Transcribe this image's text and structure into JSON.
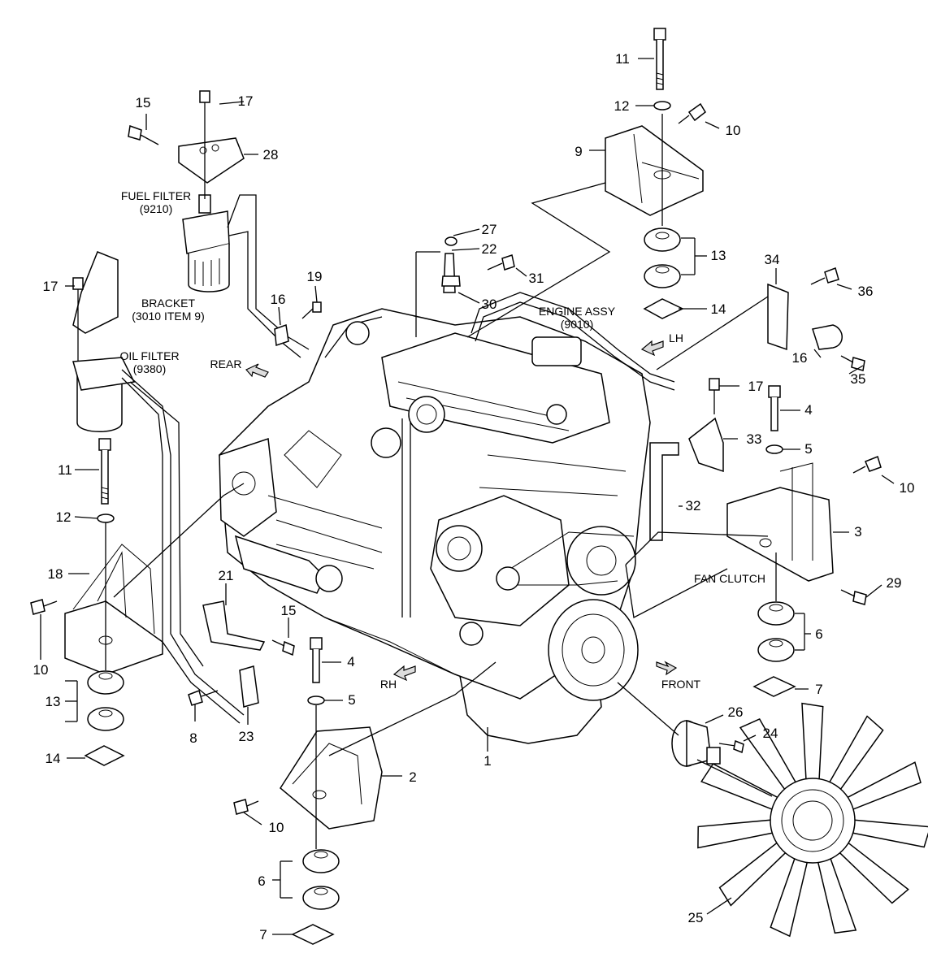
{
  "labels": {
    "fuel_filter": "FUEL FILTER",
    "fuel_filter_code": "(9210)",
    "bracket": "BRACKET",
    "bracket_code": "(3010 ITEM 9)",
    "oil_filter": "OIL FILTER",
    "oil_filter_code": "(9380)",
    "engine_assy": "ENGINE ASSY",
    "engine_assy_code": "(9010)",
    "rear": "REAR",
    "lh": "LH",
    "rh": "RH",
    "front": "FRONT",
    "fan_clutch": "FAN CLUTCH"
  },
  "callouts": {
    "c1": "1",
    "c2": "2",
    "c3": "3",
    "c4a": "4",
    "c4b": "4",
    "c5a": "5",
    "c5b": "5",
    "c6a": "6",
    "c6b": "6",
    "c7a": "7",
    "c7b": "7",
    "c8": "8",
    "c9": "9",
    "c10a": "10",
    "c10b": "10",
    "c10c": "10",
    "c10d": "10",
    "c11a": "11",
    "c11b": "11",
    "c12a": "12",
    "c12b": "12",
    "c13a": "13",
    "c13b": "13",
    "c14a": "14",
    "c14b": "14",
    "c15a": "15",
    "c15b": "15",
    "c16a": "16",
    "c16b": "16",
    "c17a": "17",
    "c17b": "17",
    "c17c": "17",
    "c18": "18",
    "c19": "19",
    "c21": "21",
    "c22": "22",
    "c23": "23",
    "c24": "24",
    "c25": "25",
    "c26": "26",
    "c27": "27",
    "c28": "28",
    "c29": "29",
    "c30": "30",
    "c31": "31",
    "c32": "32",
    "c33": "33",
    "c34": "34",
    "c35": "35",
    "c36": "36"
  }
}
